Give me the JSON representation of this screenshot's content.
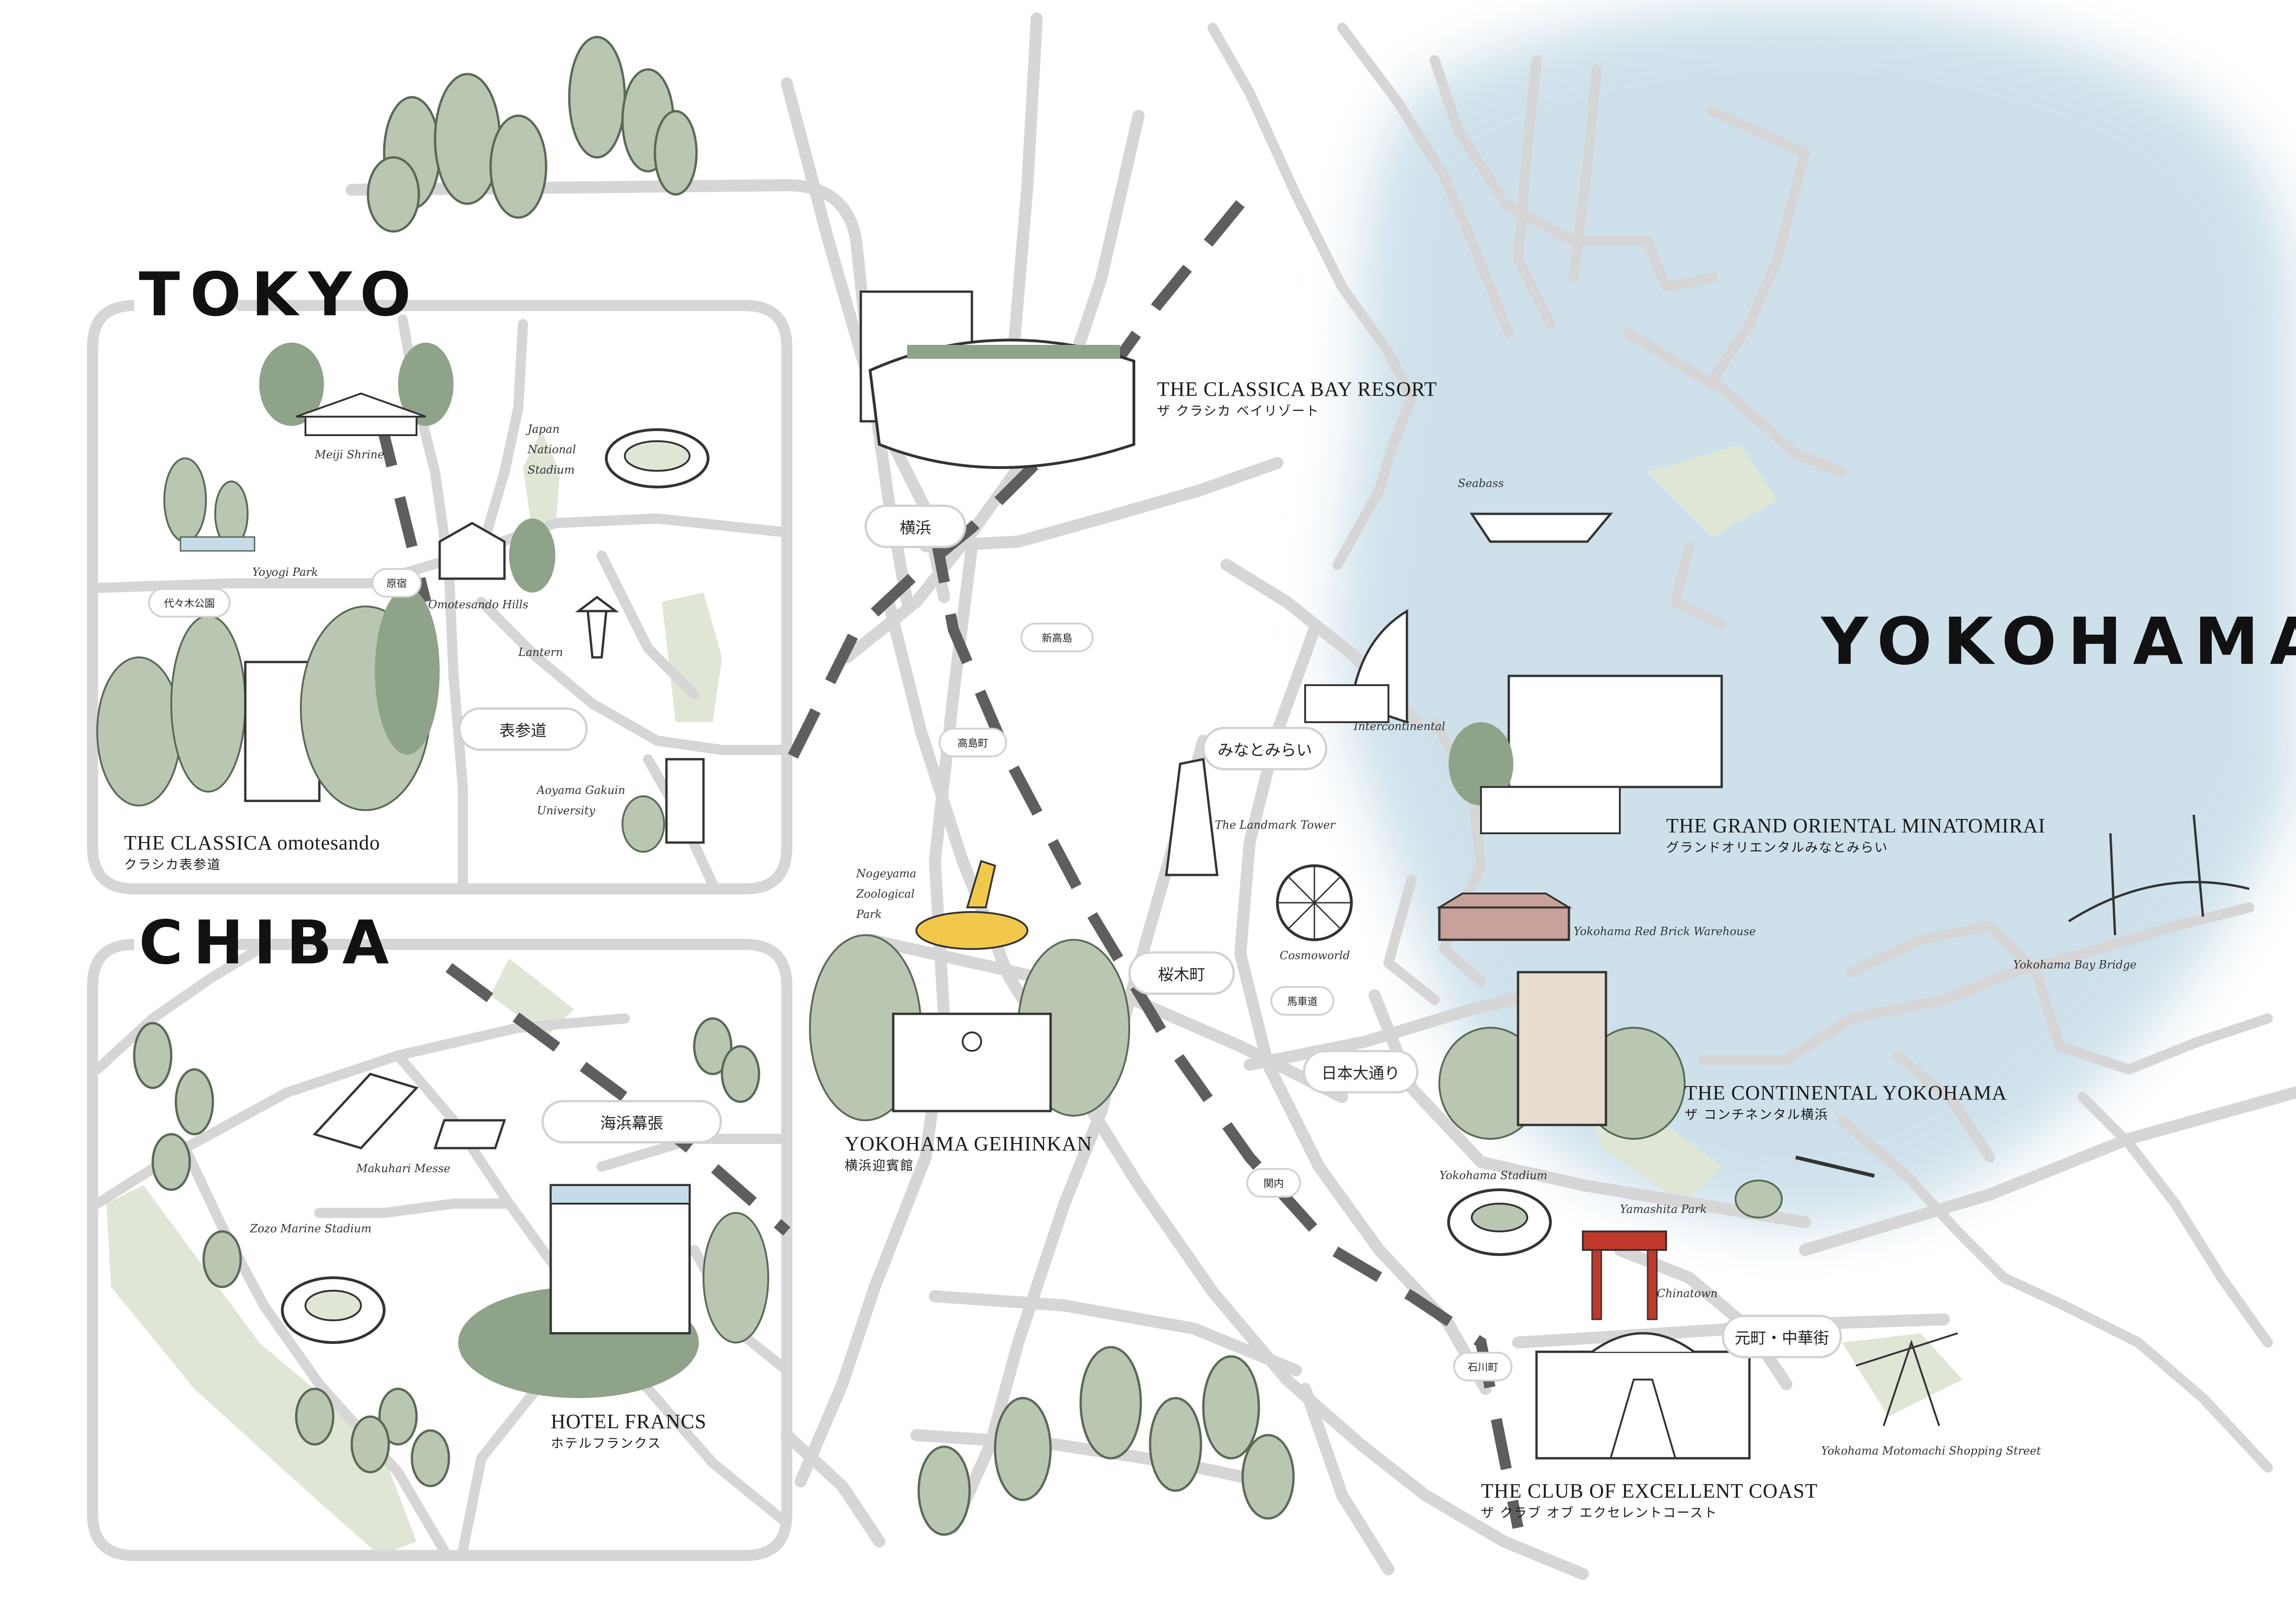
{
  "regions": {
    "tokyo": "TOKYO",
    "chiba": "CHIBA",
    "yokohama": "YOKOHAMA"
  },
  "venues": {
    "classica_bay_resort": {
      "en": "THE CLASSICA BAY RESORT",
      "jp": "ザ クラシカ ベイリゾート"
    },
    "grand_oriental": {
      "en": "THE GRAND ORIENTAL MINATOMIRAI",
      "jp": "グランドオリエンタルみなとみらい"
    },
    "continental": {
      "en": "THE CONTINENTAL YOKOHAMA",
      "jp": "ザ コンチネンタル横浜"
    },
    "excellent_coast": {
      "en": "THE CLUB OF EXCELLENT COAST",
      "jp": "ザ クラブ オブ エクセレントコースト"
    },
    "geihinkan": {
      "en": "YOKOHAMA GEIHINKAN",
      "jp": "横浜迎賓館"
    },
    "classica_omotesando": {
      "en": "THE CLASSICA omotesando",
      "jp": "クラシカ表参道"
    },
    "hotel_francs": {
      "en": "HOTEL FRANCS",
      "jp": "ホテルフランクス"
    }
  },
  "stations": {
    "yokohama": "横浜",
    "shin_takashima": "新高島",
    "takashimacho": "高島町",
    "minatomirai": "みなとみらい",
    "sakuragicho": "桜木町",
    "bashamichi": "馬車道",
    "nihon_odori": "日本大通り",
    "kannai": "関内",
    "motomachi_chukagai": "元町・中華街",
    "ishikawacho": "石川町",
    "harajuku": "原宿",
    "yoyogi_koen": "代々木公園",
    "omotesando": "表参道",
    "kaihin_makuhari": "海浜幕張"
  },
  "landmarks": {
    "meiji_shrine": "Meiji Shrine",
    "japan_national_stadium": [
      "Japan",
      "National",
      "Stadium"
    ],
    "yoyogi_park": "Yoyogi Park",
    "omotesando_hills": "Omotesando Hills",
    "lantern": "Lantern",
    "aoyama_gakuin": [
      "Aoyama Gakuin",
      "University"
    ],
    "seabass": "Seabass",
    "intercontinental": "Intercontinental",
    "landmark_tower": "The Landmark Tower",
    "nogeyama_zoo": [
      "Nogeyama",
      "Zoological",
      "Park"
    ],
    "cosmoworld": "Cosmoworld",
    "red_brick": "Yokohama Red Brick Warehouse",
    "bay_bridge": "Yokohama Bay Bridge",
    "yokohama_stadium": "Yokohama Stadium",
    "yamashita_park": "Yamashita Park",
    "chinatown": "Chinatown",
    "motomachi_street": "Yokohama Motomachi Shopping Street",
    "makuhari_messe": "Makuhari Messe",
    "zozo_stadium": "Zozo Marine Stadium"
  },
  "colors": {
    "road": "#d6d6d6",
    "rail": "#5e5e5e",
    "water": "#c5dce8",
    "park": "#dfe6d6",
    "tree": "#b9c7b2",
    "tree_dark": "#8fa389"
  }
}
